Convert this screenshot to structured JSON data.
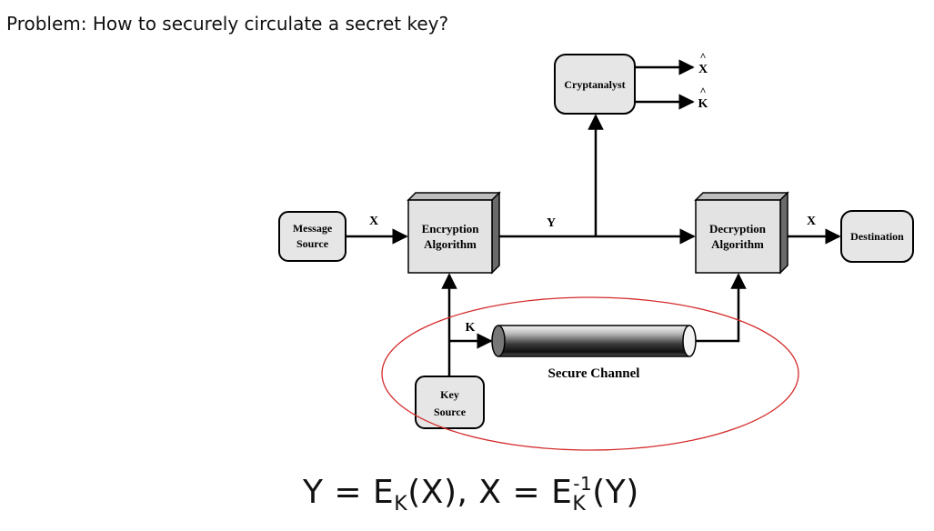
{
  "problem_statement": "Problem: How to securely circulate a secret key?",
  "diagram": {
    "message_source": {
      "line1": "Message",
      "line2": "Source"
    },
    "encryption": {
      "line1": "Encryption",
      "line2": "Algorithm"
    },
    "decryption": {
      "line1": "Decryption",
      "line2": "Algorithm"
    },
    "destination": "Destination",
    "cryptanalyst": "Cryptanalyst",
    "key_source": {
      "line1": "Key",
      "line2": "Source"
    },
    "secure_channel": "Secure Channel",
    "labels": {
      "x_in": "X",
      "y": "Y",
      "x_out": "X",
      "k": "K",
      "x_hat": "X",
      "k_hat": "K",
      "hat": "^"
    },
    "highlight_color": "#d42a2a"
  },
  "equation": {
    "part1": "Y = E",
    "sub1": "K",
    "part2": "(X), X = E",
    "sub2": "K",
    "sup2": "-1",
    "part3": "(Y)"
  }
}
